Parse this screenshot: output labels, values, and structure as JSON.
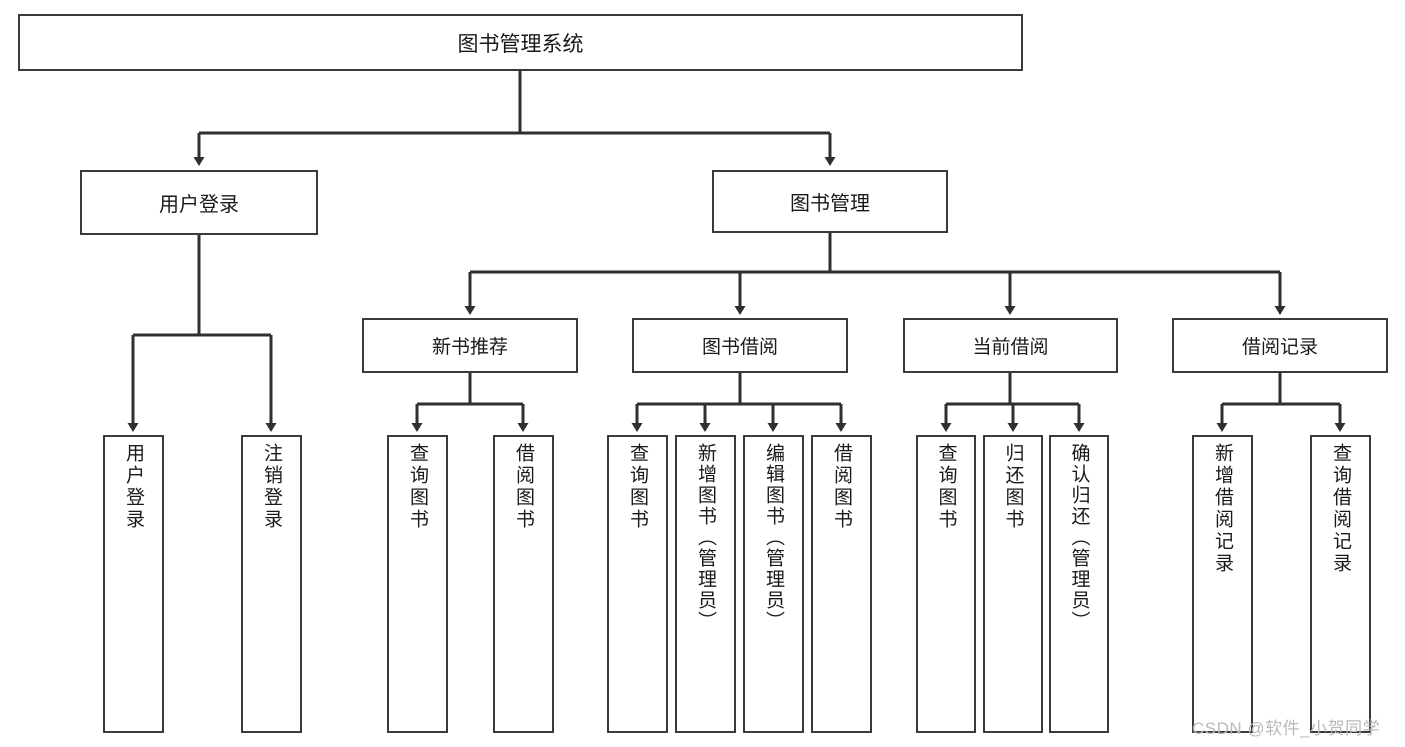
{
  "diagram": {
    "type": "tree-hierarchy",
    "title": "图书管理系统",
    "root": {
      "label": "图书管理系统"
    },
    "level1": [
      {
        "id": "user-login",
        "label": "用户登录"
      },
      {
        "id": "book-management",
        "label": "图书管理"
      }
    ],
    "level2": [
      {
        "id": "new-book-recommend",
        "label": "新书推荐",
        "parent": "book-management"
      },
      {
        "id": "book-borrow",
        "label": "图书借阅",
        "parent": "book-management"
      },
      {
        "id": "current-borrow",
        "label": "当前借阅",
        "parent": "book-management"
      },
      {
        "id": "borrow-record",
        "label": "借阅记录",
        "parent": "book-management"
      }
    ],
    "leaves": {
      "user-login": [
        {
          "id": "leaf-user-login",
          "label": "用户登录"
        },
        {
          "id": "leaf-logout-login",
          "label": "注销登录"
        }
      ],
      "new-book-recommend": [
        {
          "id": "leaf-query-book-1",
          "label": "查询图书"
        },
        {
          "id": "leaf-borrow-book-1",
          "label": "借阅图书"
        }
      ],
      "book-borrow": [
        {
          "id": "leaf-query-book-2",
          "label": "查询图书"
        },
        {
          "id": "leaf-add-book",
          "label": "新增图书（管理员）"
        },
        {
          "id": "leaf-edit-book",
          "label": "编辑图书（管理员）"
        },
        {
          "id": "leaf-borrow-book-2",
          "label": "借阅图书"
        }
      ],
      "current-borrow": [
        {
          "id": "leaf-query-book-3",
          "label": "查询图书"
        },
        {
          "id": "leaf-return-book",
          "label": "归还图书"
        },
        {
          "id": "leaf-confirm-return",
          "label": "确认归还（管理员）"
        }
      ],
      "borrow-record": [
        {
          "id": "leaf-add-record",
          "label": "新增借阅记录"
        },
        {
          "id": "leaf-query-record",
          "label": "查询借阅记录"
        }
      ]
    },
    "colors": {
      "stroke": "#3a3a3a",
      "fill": "#ffffff",
      "text": "#1a1a1a",
      "watermark": "#b9b9b9"
    }
  },
  "watermark": {
    "text": "CSDN @软件_小贺同学"
  }
}
